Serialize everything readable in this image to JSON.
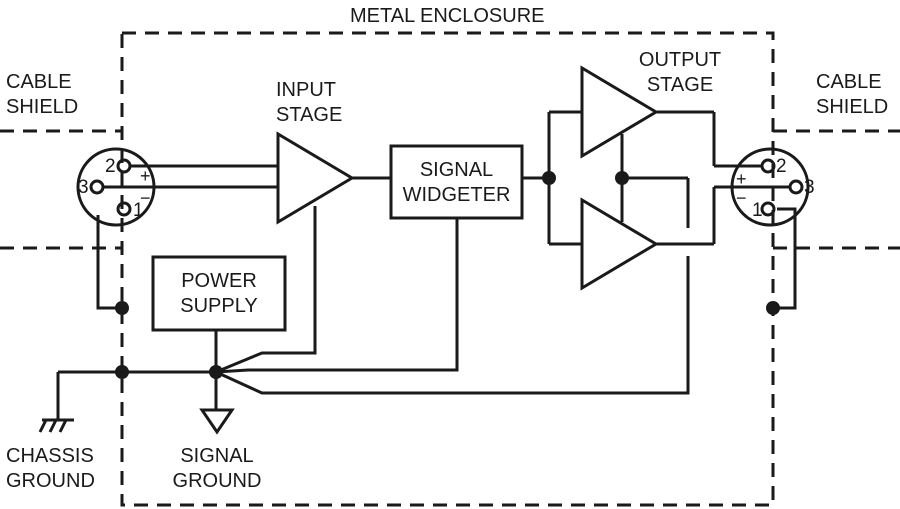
{
  "labels": {
    "enclosure": "METAL ENCLOSURE",
    "cable_shield_left": [
      "CABLE",
      "SHIELD"
    ],
    "cable_shield_right": [
      "CABLE",
      "SHIELD"
    ],
    "input_stage": [
      "INPUT",
      "STAGE"
    ],
    "output_stage": [
      "OUTPUT",
      "STAGE"
    ],
    "signal_widgeter": [
      "SIGNAL",
      "WIDGETER"
    ],
    "power_supply": [
      "POWER",
      "SUPPLY"
    ],
    "chassis_ground": [
      "CHASSIS",
      "GROUND"
    ],
    "signal_ground": [
      "SIGNAL",
      "GROUND"
    ]
  },
  "connectors": {
    "left_pins": [
      "2",
      "3",
      "1"
    ],
    "right_pins": [
      "2",
      "3",
      "1"
    ],
    "plus": "+",
    "minus": "−"
  },
  "colors": {
    "line": "#1a1a1a",
    "background": "#ffffff"
  }
}
